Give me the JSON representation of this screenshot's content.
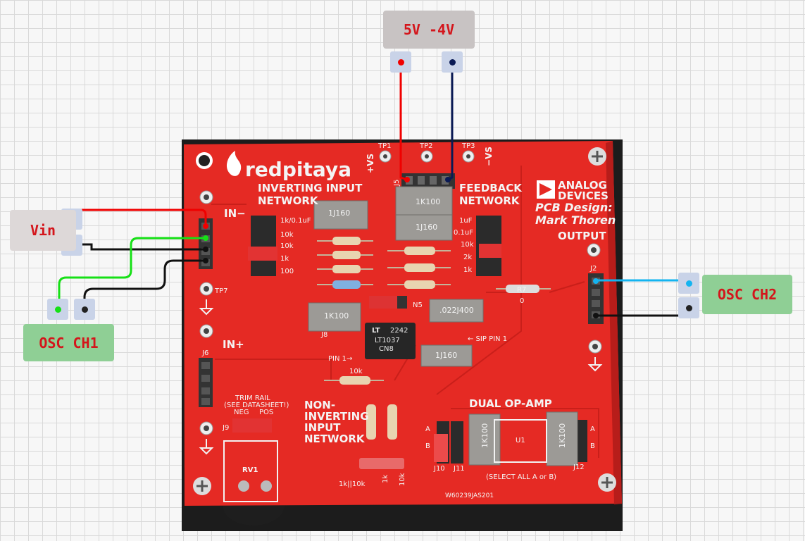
{
  "labels": {
    "supply": "5V -4V",
    "vin": "Vin",
    "osc_ch1": "OSC CH1",
    "osc_ch2": "OSC CH2"
  },
  "board": {
    "logo": "redpitaya",
    "vendor_line1": "ANALOG",
    "vendor_line2": "DEVICES",
    "design_line1": "PCB Design:",
    "design_line2": "Mark Thoren",
    "inverting_line1": "INVERTING INPUT",
    "inverting_line2": "NETWORK",
    "feedback_line1": "FEEDBACK",
    "feedback_line2": "NETWORK",
    "output": "OUTPUT",
    "in_minus": "IN−",
    "in_plus": "IN+",
    "vs_plus": "+VS",
    "vs_minus": "−VS",
    "tp1": "TP1",
    "tp2": "TP2",
    "tp3": "TP3",
    "tp7": "TP7",
    "j5": "J5",
    "j6": "J6",
    "j2": "J2",
    "j8": "J8",
    "j9": "J9",
    "j10": "J10",
    "j11": "J11",
    "j12": "J12",
    "n5": "N5",
    "u1": "U1",
    "rv1": "RV1",
    "r7": "R7",
    "zero": "0",
    "inv_values": [
      "1k/0.1uF",
      "10k",
      "10k",
      "1k",
      "100"
    ],
    "fb_values": [
      "1uF",
      "0.1uF",
      "10k",
      "2k",
      "1k"
    ],
    "cap_1k160": "1J160",
    "cap_1k100": "1K100",
    "cap_022": ".022J400",
    "chip_brand": "LT",
    "chip_code": "2242",
    "chip_part": "LT1037",
    "chip_pkg": "CN8",
    "sip_pin": "← SIP PIN 1",
    "pin1": "PIN 1→",
    "r_10k": "10k",
    "trim_line1": "TRIM RAIL",
    "trim_line2": "(SEE DATASHEET!)",
    "neg": "NEG",
    "pos": "POS",
    "noninv_line1": "NON-",
    "noninv_line2": "INVERTING",
    "noninv_line3": "INPUT",
    "noninv_line4": "NETWORK",
    "dual_opamp": "DUAL OP-AMP",
    "select_all": "(SELECT ALL A or B)",
    "a": "A",
    "b": "B",
    "k1k10k": "1k||10k",
    "k1": "1k",
    "k10": "10k",
    "serial": "W60239JAS201"
  },
  "colors": {
    "board_red": "#e52a24",
    "wire_red": "#f00000",
    "wire_black": "#111111",
    "wire_navy": "#0a1a55",
    "wire_green": "#16e016",
    "wire_cyan": "#14b4f0",
    "cap_grey": "#9c9a96",
    "label_red": "#d4151b"
  }
}
